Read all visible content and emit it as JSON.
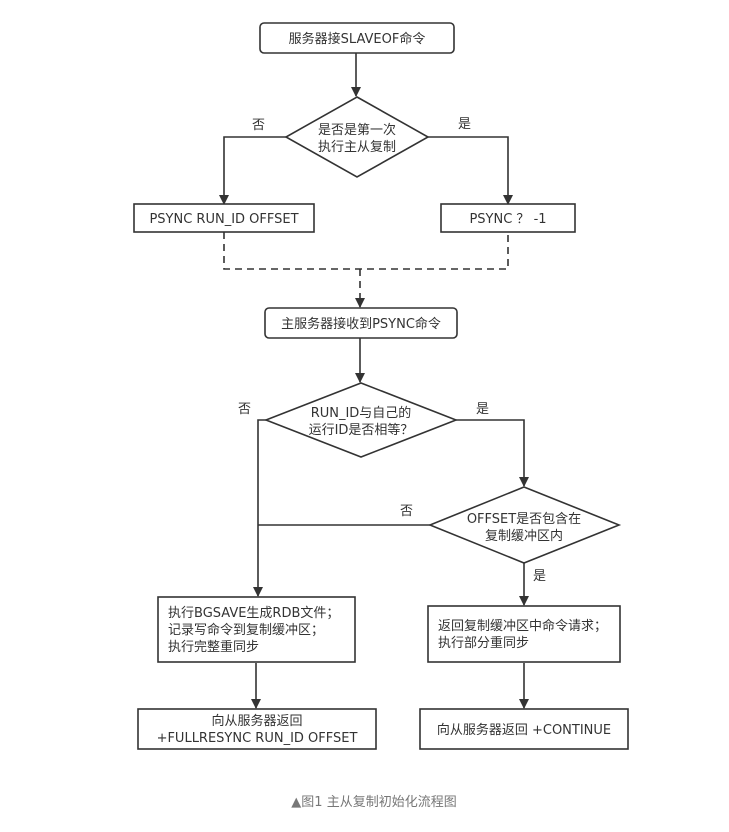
{
  "nodes": {
    "start": [
      "服务器接SLAVEOF命令"
    ],
    "first_sync": [
      "是否是第一次",
      "执行主从复制"
    ],
    "psync_run_id": [
      "PSYNC RUN_ID OFFSET"
    ],
    "psync_q": [
      "PSYNC ？ -1"
    ],
    "master_receive": [
      "主服务器接收到PSYNC命令"
    ],
    "run_id_equal": [
      "RUN_ID与自己的",
      "运行ID是否相等？"
    ],
    "offset_in_buffer": [
      "OFFSET是否包含在",
      "复制缓冲区内"
    ],
    "full_sync": [
      "执行BGSAVE生成RDB文件；",
      "记录写命令到复制缓冲区；",
      "执行完整重同步"
    ],
    "partial_sync": [
      "返回复制缓冲区中命令请求；",
      "执行部分重同步"
    ],
    "full_return": [
      "向从服务器返回",
      "+FULLRESYNC RUN_ID OFFSET"
    ],
    "continue_return": [
      "向从服务器返回 +CONTINUE"
    ]
  },
  "edges": {
    "no": "否",
    "yes": "是"
  },
  "caption": "▲图1 主从复制初始化流程图"
}
